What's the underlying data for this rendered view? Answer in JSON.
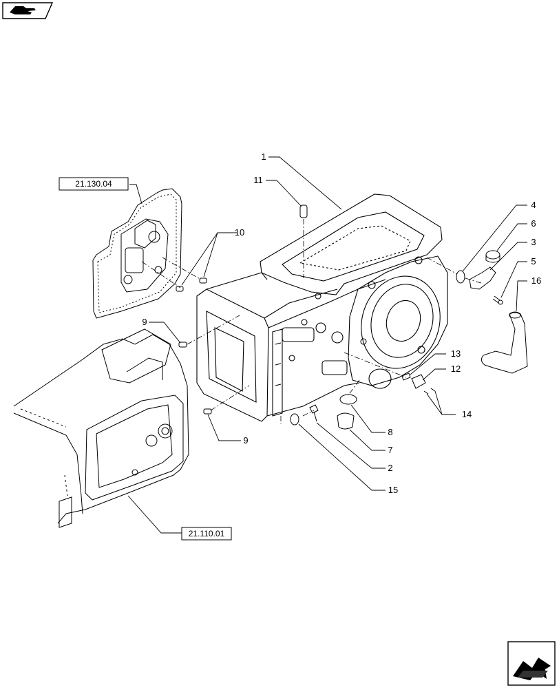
{
  "references": [
    {
      "id": "ref-upper",
      "text": "21.130.04"
    },
    {
      "id": "ref-lower",
      "text": "21.110.01"
    }
  ],
  "callouts": [
    {
      "id": "callout-1",
      "text": "1"
    },
    {
      "id": "callout-2",
      "text": "2"
    },
    {
      "id": "callout-3",
      "text": "3"
    },
    {
      "id": "callout-4",
      "text": "4"
    },
    {
      "id": "callout-5",
      "text": "5"
    },
    {
      "id": "callout-6",
      "text": "6"
    },
    {
      "id": "callout-7",
      "text": "7"
    },
    {
      "id": "callout-8",
      "text": "8"
    },
    {
      "id": "callout-9a",
      "text": "9"
    },
    {
      "id": "callout-9b",
      "text": "9"
    },
    {
      "id": "callout-10",
      "text": "10"
    },
    {
      "id": "callout-11",
      "text": "11"
    },
    {
      "id": "callout-12",
      "text": "12"
    },
    {
      "id": "callout-13",
      "text": "13"
    },
    {
      "id": "callout-14",
      "text": "14"
    },
    {
      "id": "callout-15",
      "text": "15"
    },
    {
      "id": "callout-16",
      "text": "16"
    }
  ],
  "icons": {
    "top_left": "hand-pointing-icon",
    "bottom_right": "next-page-arrow-icon"
  }
}
